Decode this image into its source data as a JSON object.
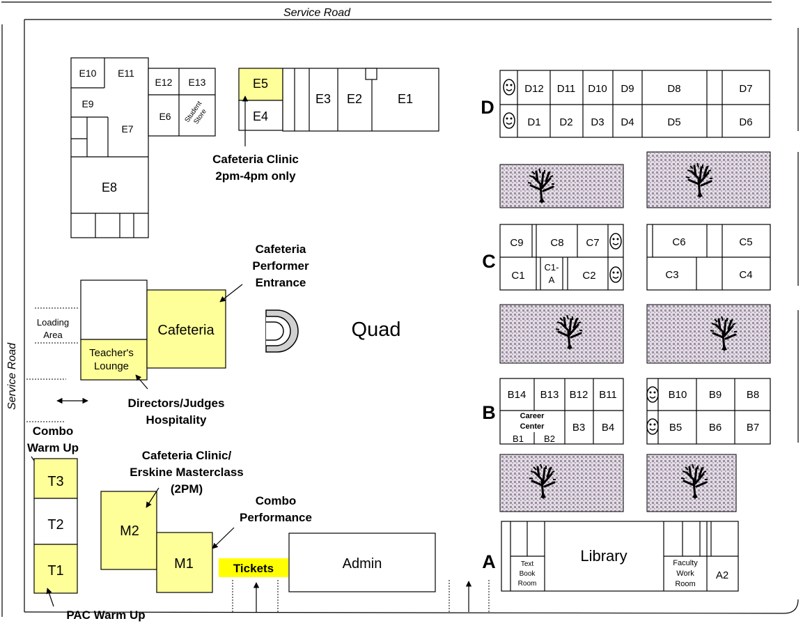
{
  "roads": {
    "top": "Service Road",
    "left": "Service Road"
  },
  "wings": {
    "a": "A",
    "b": "B",
    "c": "C",
    "d": "D"
  },
  "e_wing": {
    "e10": "E10",
    "e11": "E11",
    "e9": "E9",
    "e7": "E7",
    "e8": "E8",
    "e12": "E12",
    "e13": "E13",
    "e6": "E6",
    "store_line1": "Student",
    "store_line2": "Store",
    "e5": "E5",
    "e4": "E4",
    "e3": "E3",
    "e2": "E2",
    "e1": "E1"
  },
  "d_wing": {
    "top": [
      "D12",
      "D11",
      "D10",
      "D9",
      "D8",
      "D7"
    ],
    "bottom": [
      "D1",
      "D2",
      "D3",
      "D4",
      "D5",
      "D6"
    ]
  },
  "c_wing": {
    "c9": "C9",
    "c8": "C8",
    "c7": "C7",
    "c1": "C1",
    "c1a_line1": "C1-",
    "c1a_line2": "A",
    "c2": "C2",
    "c6": "C6",
    "c5": "C5",
    "c3": "C3",
    "c4": "C4"
  },
  "b_wing": {
    "b14": "B14",
    "b13": "B13",
    "b12": "B12",
    "b11": "B11",
    "career_line1": "Career",
    "career_line2": "Center",
    "b1": "B1",
    "b2": "B2",
    "b3": "B3",
    "b4": "B4",
    "b10": "B10",
    "b9": "B9",
    "b8": "B8",
    "b5": "B5",
    "b6": "B6",
    "b7": "B7"
  },
  "a_wing": {
    "library": "Library",
    "textbook_line1": "Text",
    "textbook_line2": "Book",
    "textbook_line3": "Room",
    "faculty_line1": "Faculty",
    "faculty_line2": "Work",
    "faculty_line3": "Room",
    "a2": "A2"
  },
  "facilities": {
    "quad": "Quad",
    "cafeteria": "Cafeteria",
    "teachers_line1": "Teacher's",
    "teachers_line2": "Lounge",
    "loading_line1": "Loading",
    "loading_line2": "Area",
    "admin": "Admin",
    "tickets": "Tickets",
    "t1": "T1",
    "t2": "T2",
    "t3": "T3",
    "m1": "M1",
    "m2": "M2"
  },
  "callouts": {
    "caf_clinic_line1": "Cafeteria Clinic",
    "caf_clinic_line2": "2pm-4pm only",
    "performer_line1": "Cafeteria",
    "performer_line2": "Performer",
    "performer_line3": "Entrance",
    "directors_line1": "Directors/Judges",
    "directors_line2": "Hospitality",
    "combo_warm_line1": "Combo",
    "combo_warm_line2": "Warm Up",
    "erskine_line1": "Cafeteria Clinic/",
    "erskine_line2": "Erskine Masterclass",
    "erskine_line3": "(2PM)",
    "combo_perf_line1": "Combo",
    "combo_perf_line2": "Performance",
    "pac_warm": "PAC Warm Up"
  },
  "colors": {
    "highlight": "#ffff99",
    "tickets": "#ffff00",
    "planter": "#d9d0dc"
  }
}
